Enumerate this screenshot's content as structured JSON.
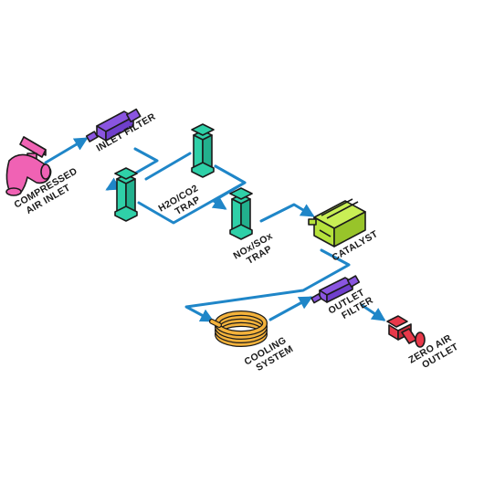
{
  "diagram": {
    "title": "",
    "components": [
      {
        "id": "compressed-air-inlet",
        "lines": [
          "COMPRESSED",
          "AIR INLET"
        ],
        "color": "#f062b4"
      },
      {
        "id": "inlet-filter",
        "lines": [
          "INLET FILTER"
        ],
        "color": "#8a55e0"
      },
      {
        "id": "h2o-co2-trap",
        "lines": [
          "H2O/CO2",
          "TRAP"
        ],
        "color": "#2fd0a8"
      },
      {
        "id": "nox-sox-trap",
        "lines": [
          "NOx/SOx",
          "TRAP"
        ],
        "color": "#2fd0a8"
      },
      {
        "id": "catalyst",
        "lines": [
          "CATALYST"
        ],
        "color": "#b6e23c"
      },
      {
        "id": "cooling-system",
        "lines": [
          "COOLING",
          "SYSTEM"
        ],
        "color": "#f4b23b"
      },
      {
        "id": "outlet-filter",
        "lines": [
          "OUTLET",
          "FILTER"
        ],
        "color": "#8a55e0"
      },
      {
        "id": "zero-air-outlet",
        "lines": [
          "ZERO AIR",
          "OUTLET"
        ],
        "color": "#e8394a"
      }
    ],
    "flow_color": "#1f86c8"
  }
}
